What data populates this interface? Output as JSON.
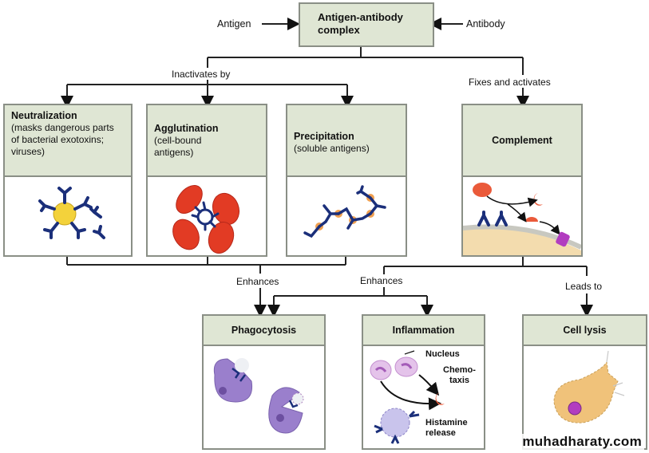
{
  "top": {
    "title": "Antigen-antibody complex",
    "left_input": "Antigen",
    "right_input": "Antibody"
  },
  "edges": {
    "inactivates_by": "Inactivates by",
    "fixes_and_activates": "Fixes and activates",
    "enhances_left": "Enhances",
    "enhances_right": "Enhances",
    "leads_to": "Leads to"
  },
  "mechanisms": [
    {
      "title": "Neutralization",
      "subtitle": "(masks dangerous parts of bacterial exotoxins; viruses)"
    },
    {
      "title": "Agglutination",
      "subtitle": "(cell-bound antigens)"
    },
    {
      "title": "Precipitation",
      "subtitle": "(soluble antigens)"
    },
    {
      "title": "Complement",
      "subtitle": ""
    }
  ],
  "outcomes": [
    {
      "title": "Phagocytosis"
    },
    {
      "title": "Inflammation",
      "labels": {
        "nucleus": "Nucleus",
        "chemotaxis": "Chemo-\ntaxis",
        "histamine": "Histamine release"
      }
    },
    {
      "title": "Cell lysis"
    }
  ],
  "colors": {
    "header_fill": "#dfe6d4",
    "border": "#8a8f86",
    "antibody": "#1b2f7a",
    "antigen_yellow": "#f3d23b",
    "rbc_red": "#e23b24",
    "precip_orange": "#f0a050",
    "complement_red": "#ea5a3a",
    "membrane_tan": "#f3dcae",
    "mac_purple": "#b23dc0",
    "phagocyte_purple": "#9a7fcc",
    "lysis_cell": "#f0c27a"
  },
  "watermark": "muhadharaty.com"
}
